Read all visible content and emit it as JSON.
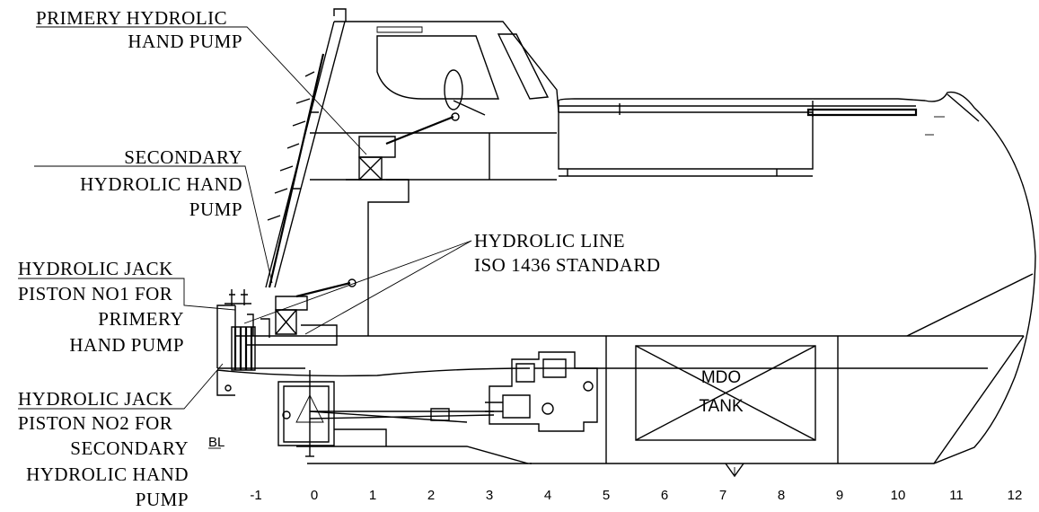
{
  "labels": {
    "primary_pump": [
      "PRIMERY HYDROLIC",
      "HAND PUMP"
    ],
    "secondary_pump": [
      "SECONDARY",
      "HYDROLIC HAND",
      "PUMP"
    ],
    "hydraulic_line": [
      "HYDROLIC LINE",
      "ISO 1436 STANDARD"
    ],
    "jack_no1": [
      "HYDROLIC JACK",
      "PISTON NO1 FOR",
      "PRIMERY",
      "HAND PUMP"
    ],
    "jack_no2": [
      "HYDROLIC JACK",
      "PISTON NO2 FOR",
      "SECONDARY",
      "HYDROLIC HAND",
      "PUMP"
    ],
    "tank": [
      "MDO",
      "TANK"
    ],
    "baseline": "BL"
  },
  "frame_ticks": [
    "-1",
    "0",
    "1",
    "2",
    "3",
    "4",
    "5",
    "6",
    "7",
    "8",
    "9",
    "10",
    "11",
    "12"
  ]
}
